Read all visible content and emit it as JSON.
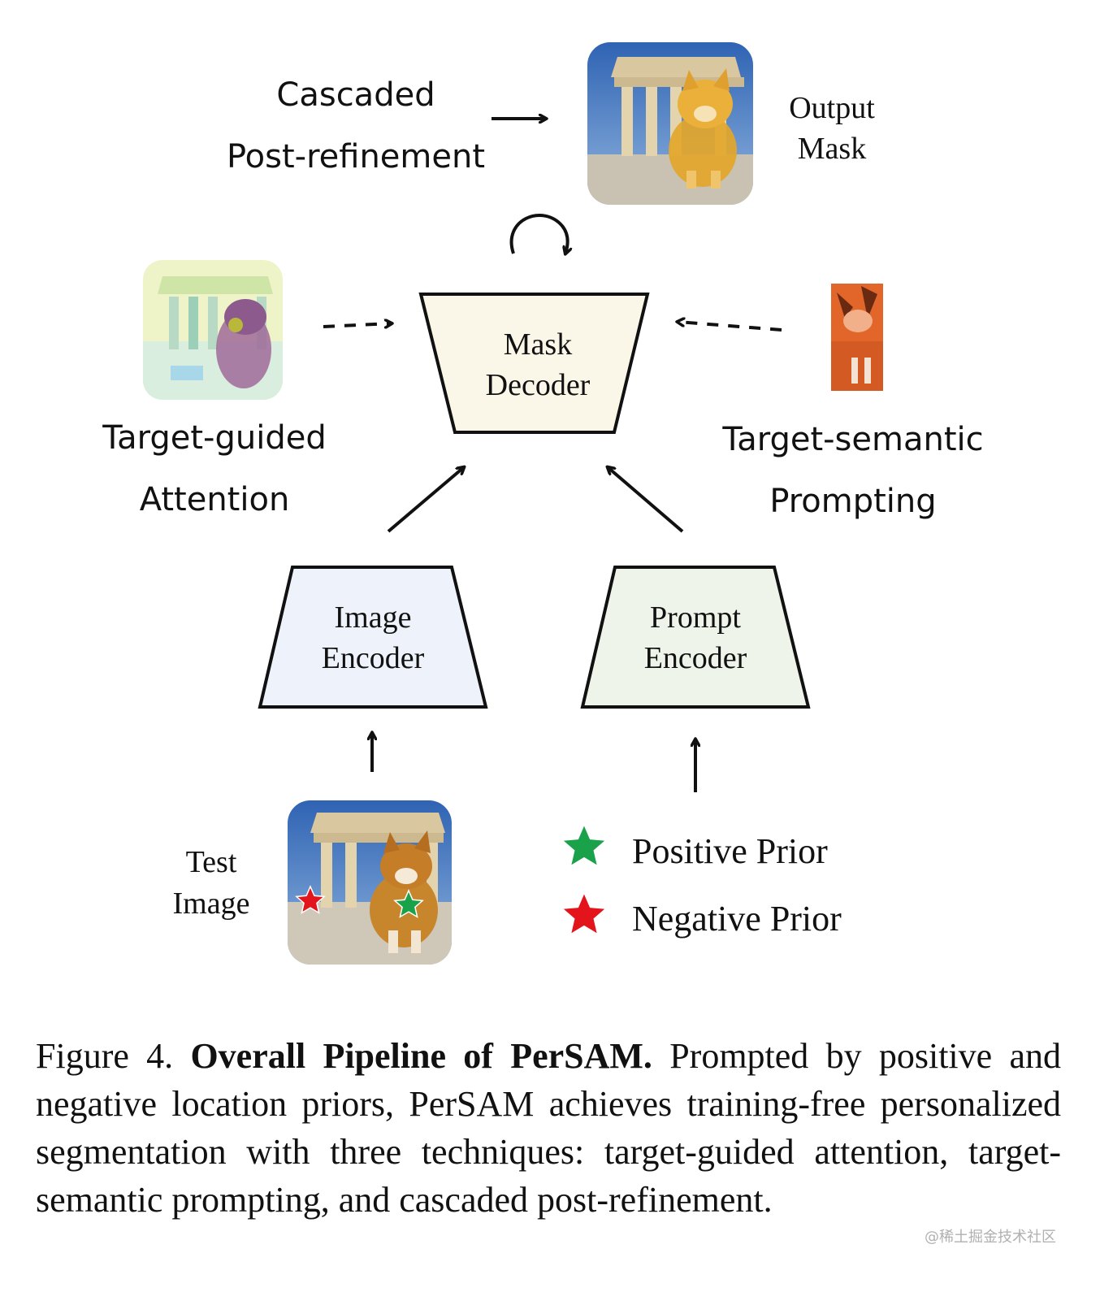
{
  "labels": {
    "cascaded_line1": "Cascaded",
    "cascaded_line2": "Post-refinement",
    "output_line1": "Output",
    "output_line2": "Mask",
    "attention_line1": "Target-guided",
    "attention_line2": "Attention",
    "semantic_line1": "Target-semantic",
    "semantic_line2": "Prompting",
    "test_line1": "Test",
    "test_line2": "Image"
  },
  "blocks": {
    "mask_decoder_line1": "Mask",
    "mask_decoder_line2": "Decoder",
    "image_encoder_line1": "Image",
    "image_encoder_line2": "Encoder",
    "prompt_encoder_line1": "Prompt",
    "prompt_encoder_line2": "Encoder"
  },
  "legend": {
    "positive": "Positive Prior",
    "negative": "Negative Prior"
  },
  "colors": {
    "decoder_fill": "#fbf7e8",
    "image_encoder_fill": "#eef3fb",
    "prompt_encoder_fill": "#eef4ea",
    "positive_star": "#1aa24a",
    "negative_star": "#e3141c"
  },
  "caption": {
    "figure_label": "Figure 4.",
    "title": "Overall Pipeline of PerSAM.",
    "body": "Prompted by positive and negative location priors, PerSAM achieves training-free personalized segmentation with three techniques: target-guided attention, target-semantic prompting, and cascaded post-refinement."
  },
  "watermark": "@稀土掘金技术社区"
}
